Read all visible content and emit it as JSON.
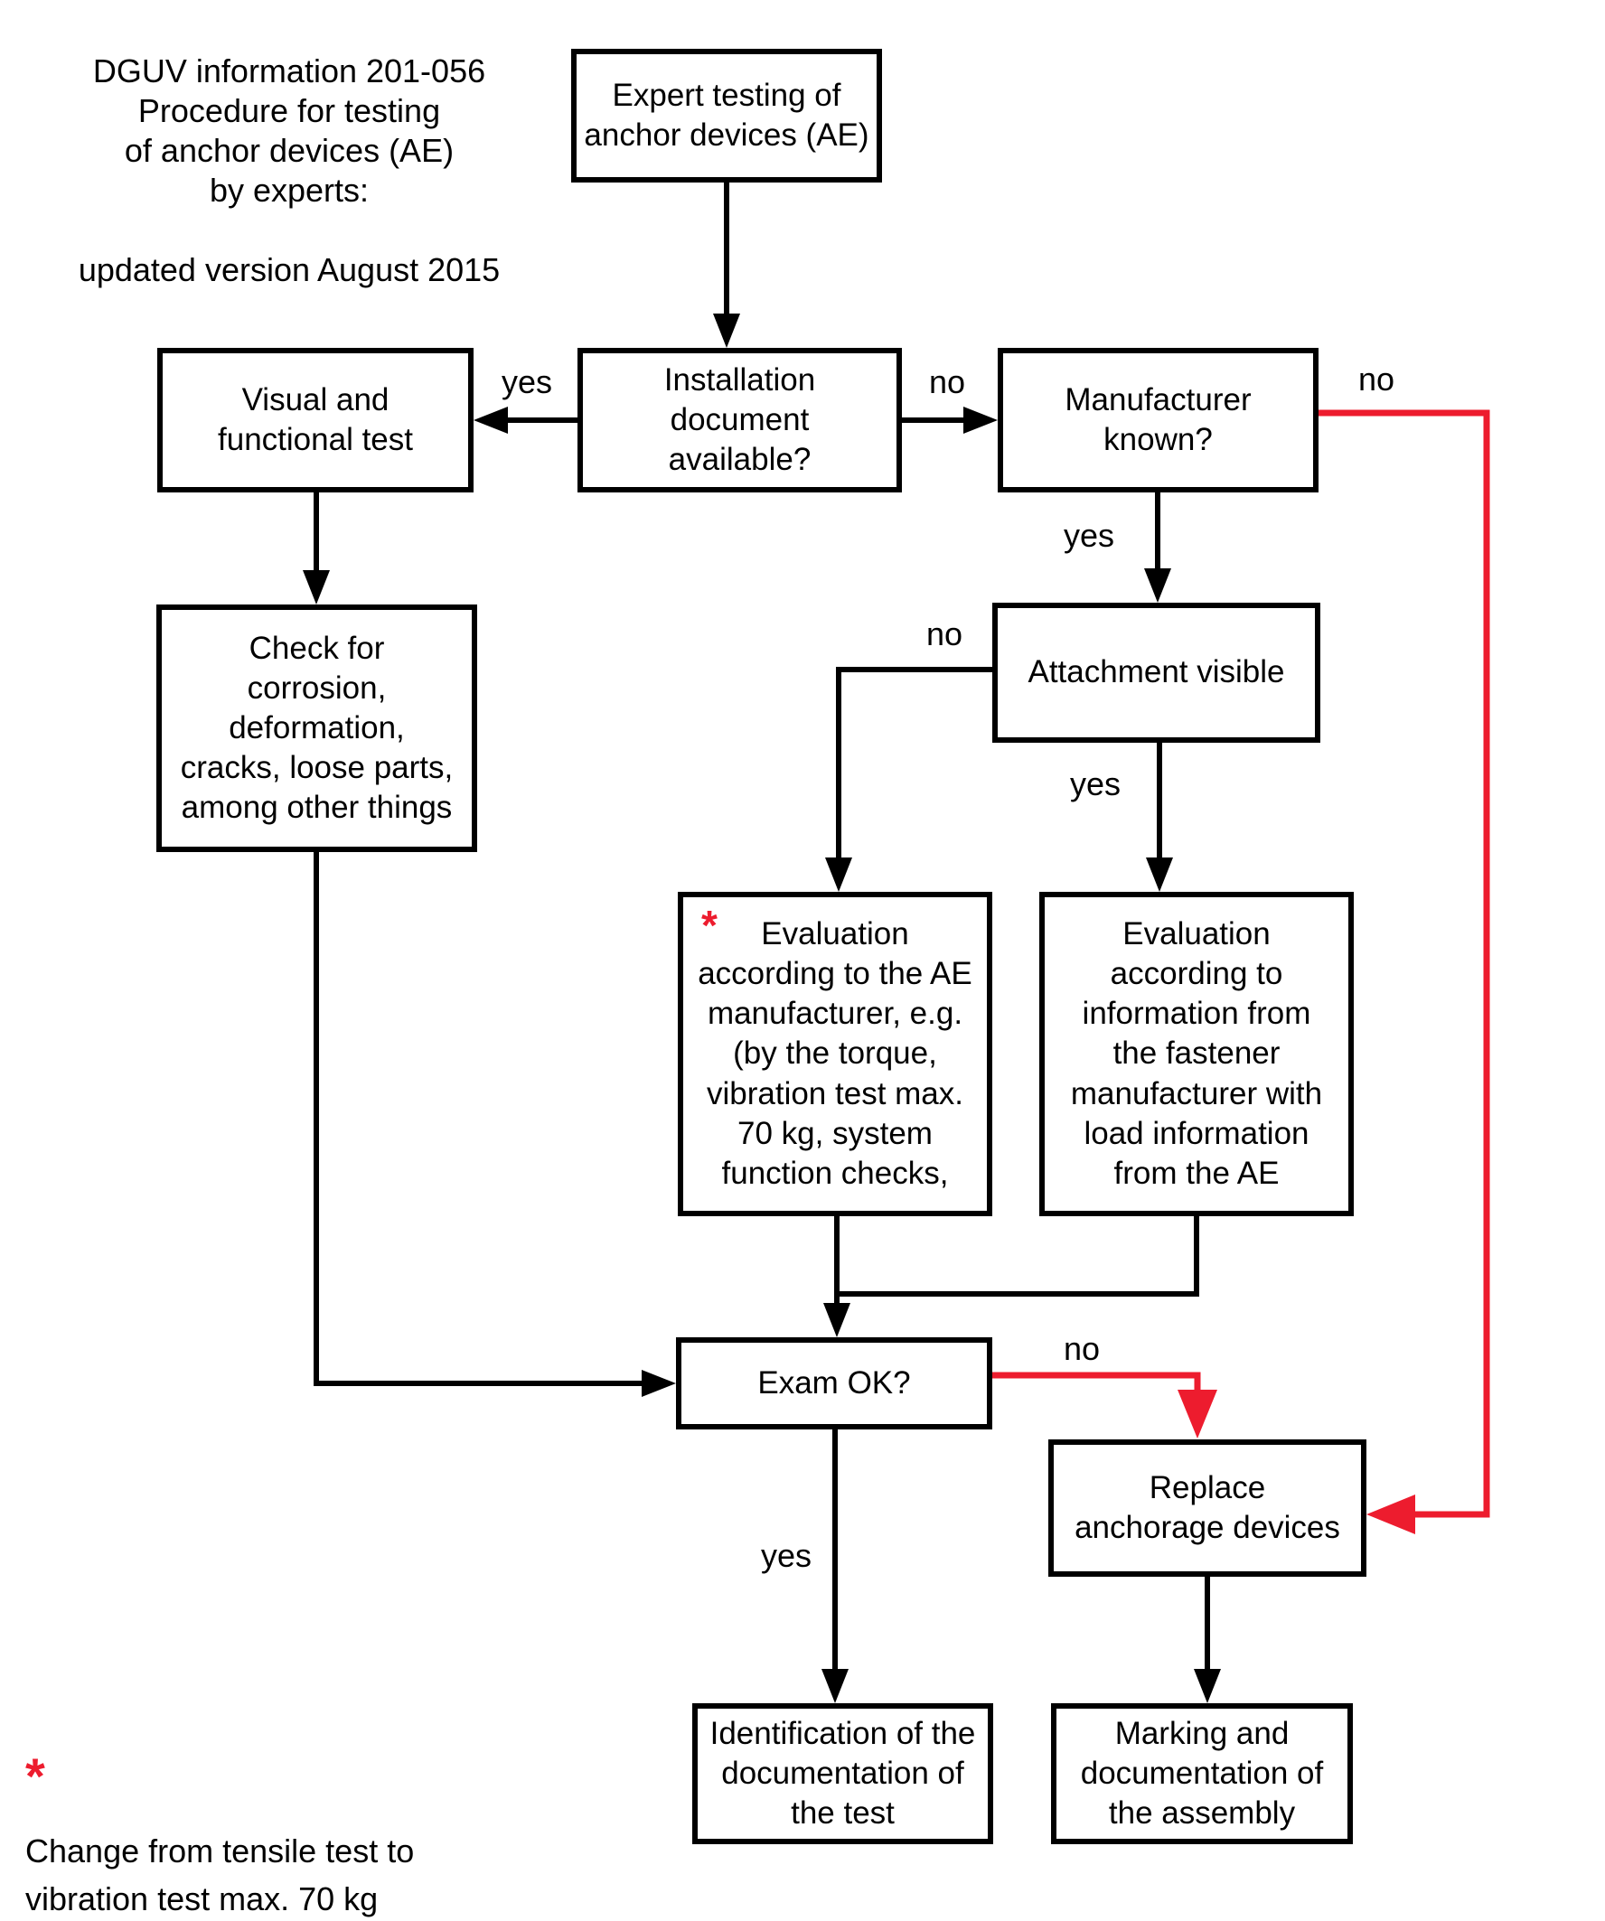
{
  "title": {
    "block": "DGUV information 201-056\nProcedure for testing\nof anchor devices (AE)\nby experts:",
    "updated": "updated version August 2015"
  },
  "nodes": {
    "expert": "Expert testing of\nanchor devices (AE)",
    "visual": "Visual and\nfunctional test",
    "installation": "Installation\ndocument\navailable?",
    "manufacturer": "Manufacturer\nknown?",
    "check": "Check for\ncorrosion,\ndeformation,\ncracks, loose parts,\namong other things",
    "attachment": "Attachment visible",
    "eval_ae": "Evaluation\naccording to the AE\nmanufacturer, e.g.\n(by the torque,\nvibration test max.\n70 kg, system\nfunction checks,",
    "eval_fastener": "Evaluation\naccording to\ninformation from\nthe fastener\nmanufacturer with\nload information\nfrom the AE",
    "exam": "Exam OK?",
    "replace": "Replace\nanchorage devices",
    "identification": "Identification of the\ndocumentation of\nthe test",
    "marking": "Marking and\ndocumentation of\nthe assembly"
  },
  "labels": {
    "yes_installation_to_visual": "yes",
    "no_installation_to_manufacturer": "no",
    "no_manufacturer_to_replace": "no",
    "yes_manufacturer_to_attachment": "yes",
    "no_attachment_to_eval": "no",
    "yes_attachment_to_eval": "yes",
    "no_exam_to_replace": "no",
    "yes_exam_to_identification": "yes"
  },
  "footnote": {
    "marker": "*",
    "text": "Change from tensile test to\nvibration test max. 70 kg"
  },
  "colors": {
    "line_black": "#000000",
    "line_red": "#ED1C2E",
    "background": "#FFFFFF"
  }
}
